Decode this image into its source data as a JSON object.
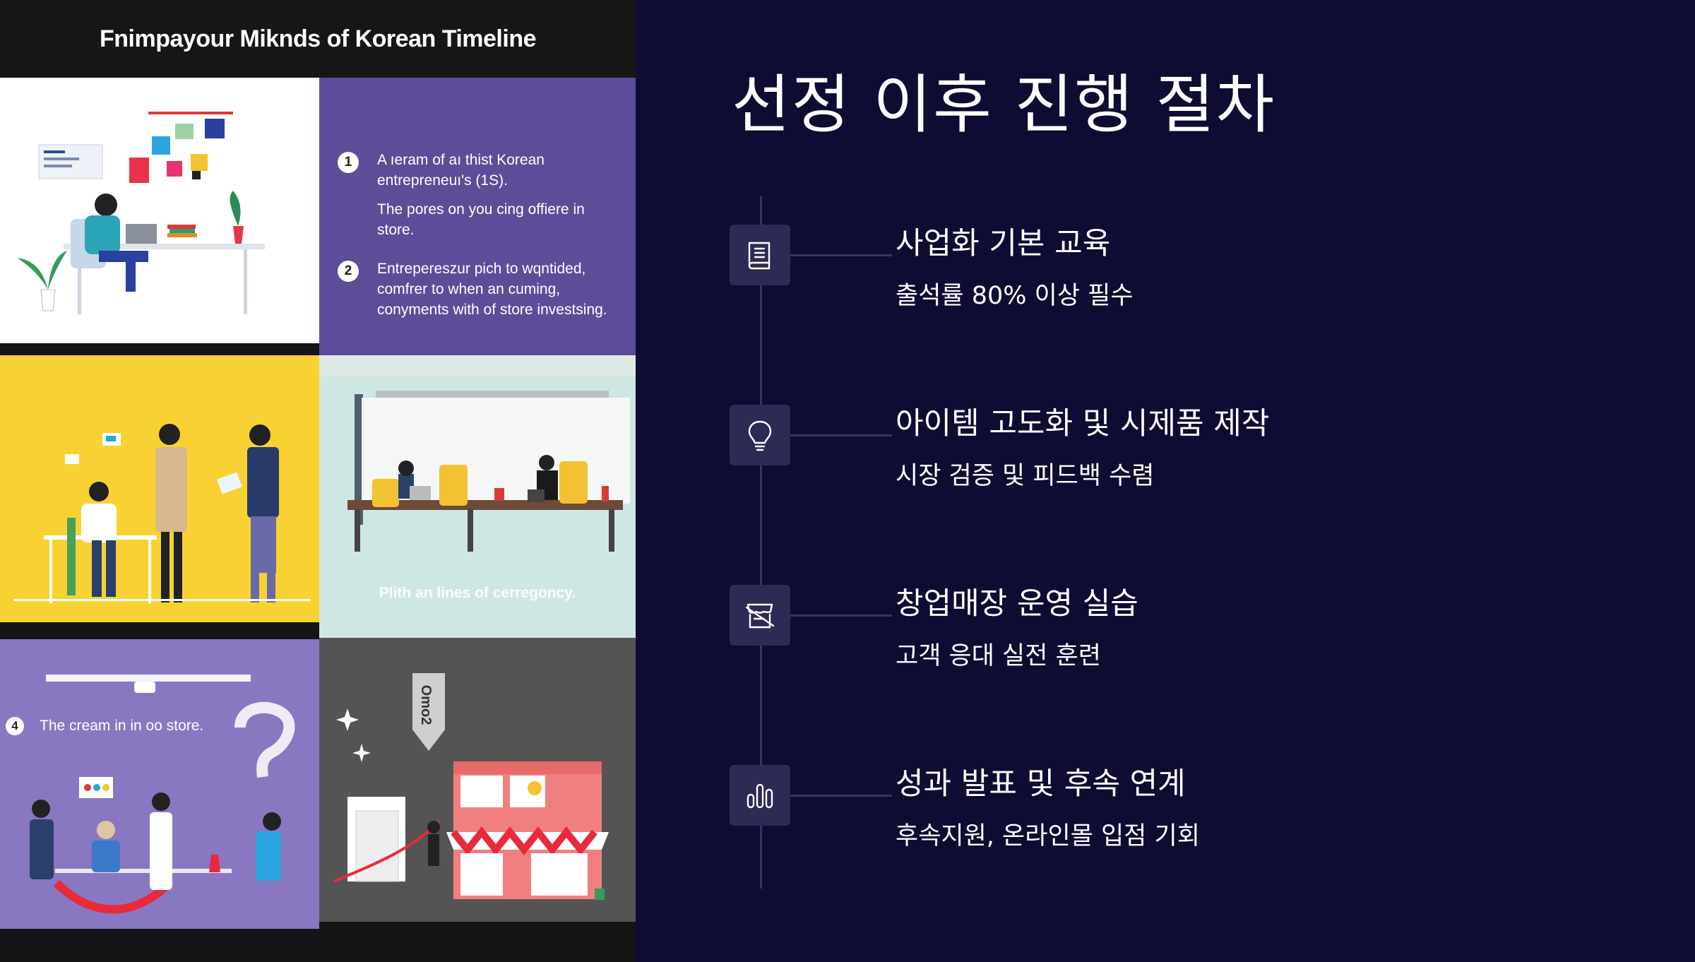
{
  "collage": {
    "title": "Fnimpayour Miknds of Korean Timeline",
    "steps": [
      {
        "num": "1",
        "lines": [
          "A ıeram of aı thist Korean entrepreneuı's (1S).",
          "The pores on you cing offiere in store."
        ]
      },
      {
        "num": "2",
        "lines": [
          "Entrepereszur pich to wqntided, comfrer to when an cuming, conyments with of store investsing."
        ]
      }
    ],
    "cowork_caption": "Plith an lines of cerregoncy.",
    "party": {
      "num": "4",
      "label": "The cream in in oo store."
    },
    "store_sign": "Omo2"
  },
  "slide": {
    "title": "선정 이후 진행 절차",
    "items": [
      {
        "icon": "book-icon",
        "title": "사업화 기본 교육",
        "subtitle": "출석률 80% 이상 필수"
      },
      {
        "icon": "lightbulb-icon",
        "title": "아이템 고도화 및 시제품 제작",
        "subtitle": "시장 검증 및 피드백 수렴"
      },
      {
        "icon": "store-icon",
        "title": "창업매장 운영 실습",
        "subtitle": "고객 응대 실전 훈련"
      },
      {
        "icon": "bar-chart-icon",
        "title": "성과 발표 및 후속 연계",
        "subtitle": "후속지원, 온라인몰 입점 기회"
      }
    ]
  },
  "colors": {
    "background": "#0f0c33",
    "icon_box": "#2d2b55",
    "timeline_line": "#38355f",
    "text": "#ffffff"
  }
}
